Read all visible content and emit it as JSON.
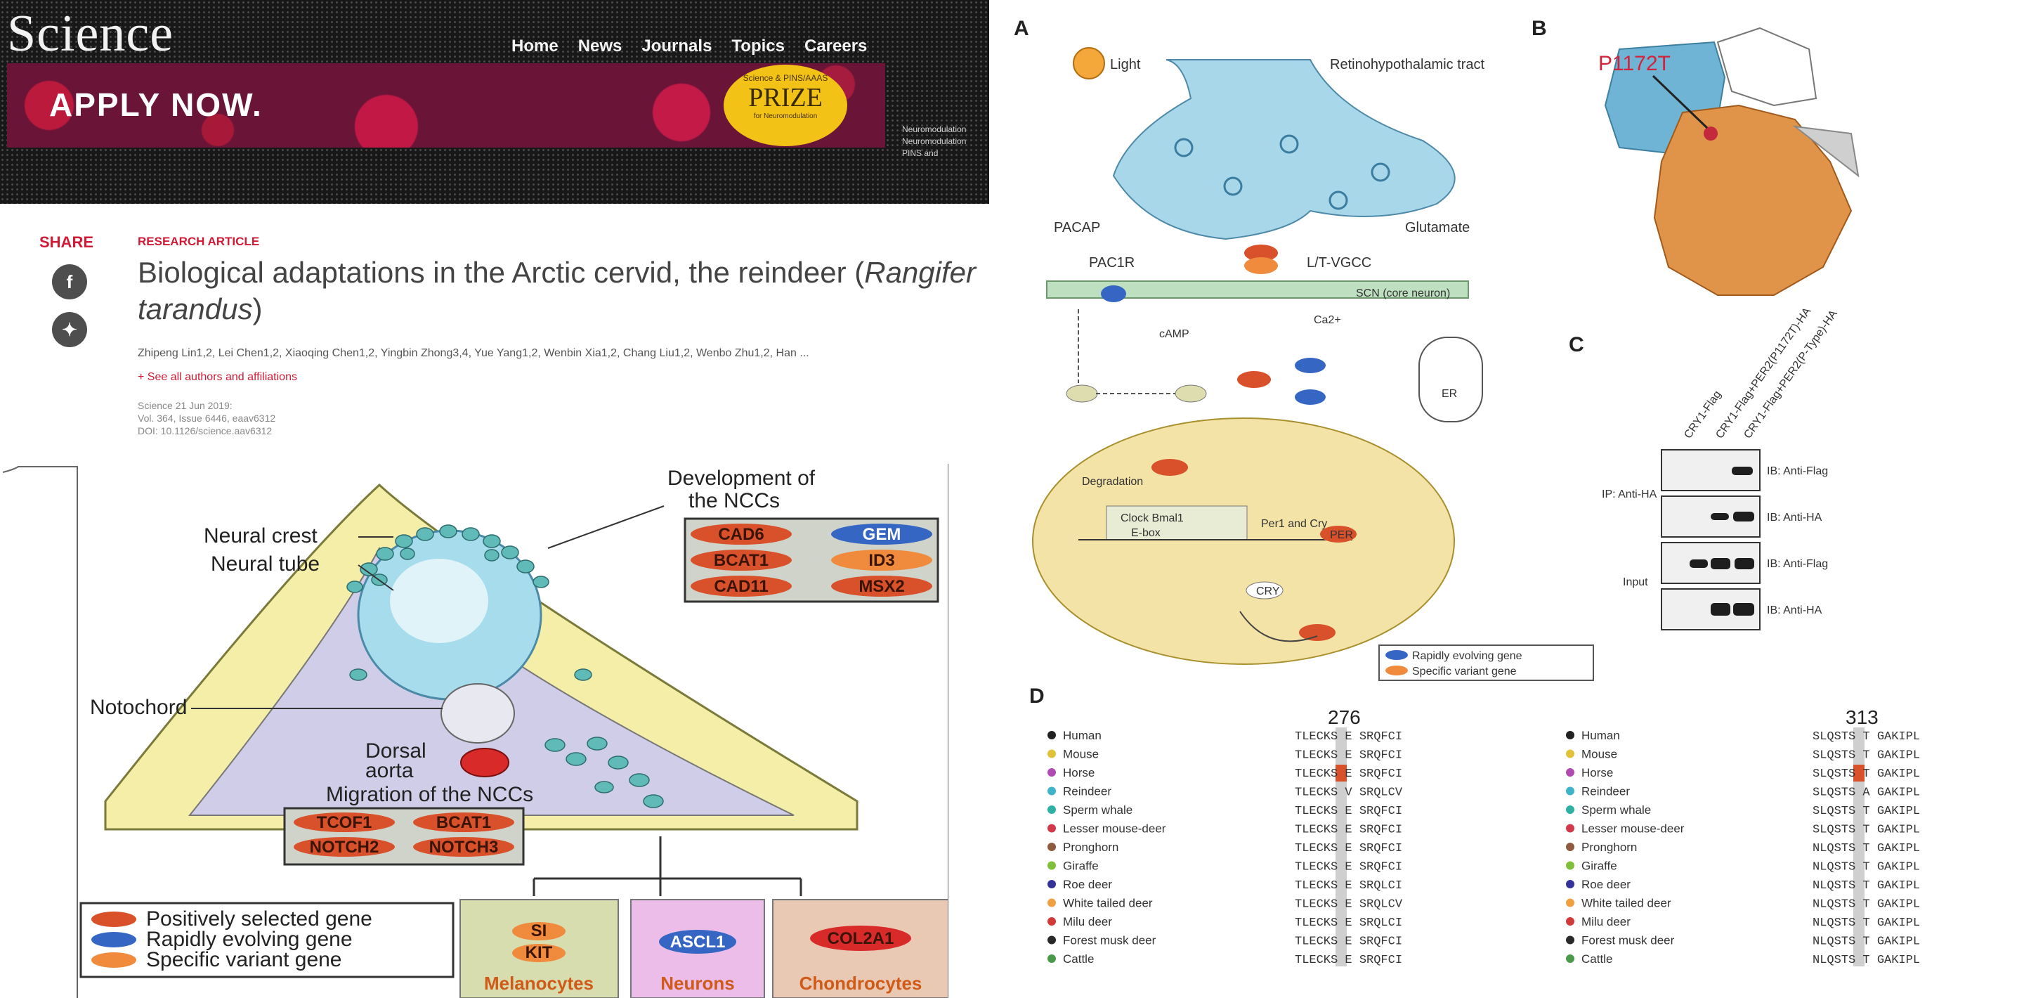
{
  "header": {
    "logo": "Science",
    "nav": [
      "Home",
      "News",
      "Journals",
      "Topics",
      "Careers"
    ],
    "banner_text": "APPLY NOW.",
    "prize": {
      "sub": "Science & PINS/AAAS",
      "title": "PRIZE",
      "foot": "for Neuromodulation"
    },
    "side_note": [
      "Neuromodulation",
      "Neuromodulation",
      "PINS and"
    ]
  },
  "article": {
    "share_label": "SHARE",
    "article_type": "RESEARCH ARTICLE",
    "title_main": "Biological adaptations in the Arctic cervid, the reindeer (",
    "title_italic": "Rangifer tarandus",
    "title_end": ")",
    "authors": "Zhipeng Lin1,2, Lei Chen1,2, Xiaoqing Chen1,2, Yingbin Zhong3,4, Yue Yang1,2, Wenbin Xia1,2, Chang Liu1,2, Wenbo Zhu1,2, Han ...",
    "show_affiliations": "+ See all authors and affiliations",
    "pub_info": [
      "Science 21 Jun 2019:",
      "Vol. 364, Issue 6446, eaav6312",
      "DOI: 10.1126/science.aav6312"
    ]
  },
  "figure_left": {
    "dev_label": [
      "Development of",
      "the NCCs"
    ],
    "neural_crest": "Neural crest",
    "neural_tube": "Neural tube",
    "notochord": "Notochord",
    "dorsal_aorta": [
      "Dorsal",
      "aorta"
    ],
    "migration_label": "Migration of the NCCs",
    "dev_genes": [
      "CAD6",
      "GEM",
      "BCAT1",
      "ID3",
      "CAD11",
      "MSX2"
    ],
    "migration_genes": [
      "TCOF1",
      "BCAT1",
      "NOTCH2",
      "NOTCH3"
    ],
    "legend": [
      "Positively selected gene",
      "Rapidly evolving gene",
      "Specific variant gene"
    ],
    "cells": [
      {
        "genes": [
          "SI",
          "KIT"
        ],
        "label": "Melanocytes"
      },
      {
        "genes": [
          "ASCL1"
        ],
        "label": "Neurons"
      },
      {
        "genes": [
          "COL2A1"
        ],
        "label": "Chondrocytes"
      }
    ],
    "colors": {
      "positive": "#d9512b",
      "rapid": "#3566c4",
      "variant": "#f08a3c"
    }
  },
  "panel_A": {
    "label": "A",
    "light": "Light",
    "tract": "Retinohypothalamic tract",
    "pacap": "PACAP",
    "glutamate": "Glutamate",
    "pac1r": "PAC1R",
    "ltvgcc": "L/T-VGCC",
    "scn": "SCN (core neuron)",
    "ca": "Ca2+",
    "camp": "cAMP",
    "er": "ER",
    "nucleus": [
      "Clock Bmal1",
      "E-box",
      "Per1 and Cry",
      "Degradation",
      "CRY",
      "PER"
    ],
    "legend": [
      "Rapidly evolving gene",
      "Specific variant gene"
    ]
  },
  "panel_B": {
    "label": "B",
    "mutation": "P1172T"
  },
  "panel_C": {
    "label": "C",
    "columns": [
      "CRY1-Flag",
      "CRY1-Flag+PER2(P1172T)-HA",
      "CRY1-Flag+PER2(P-Type)-HA"
    ],
    "ip": "IP: Anti-HA",
    "input": "Input",
    "rows": [
      "IB: Anti-Flag",
      "IB: Anti-HA",
      "IB: Anti-Flag",
      "IB: Anti-HA"
    ]
  },
  "panel_D": {
    "label": "D",
    "pos1": "276",
    "pos2": "313",
    "species": [
      "Human",
      "Mouse",
      "Horse",
      "Reindeer",
      "Sperm whale",
      "Lesser mouse-deer",
      "Pronghorn",
      "Giraffe",
      "Roe deer",
      "White tailed deer",
      "Milu deer",
      "Forest musk deer",
      "Cattle"
    ],
    "seq1": [
      "TLECKS E SRQFCI",
      "TLECKS E SRQFCI",
      "TLECKS E SRQFCI",
      "TLECKS V SRQLCV",
      "TLECKS E SRQFCI",
      "TLECKS E SRQFCI",
      "TLECKS E SRQFCI",
      "TLECKS E SRQFCI",
      "TLECKS E SRQLCI",
      "TLECKS E SRQLCV",
      "TLECKS E SRQLCI",
      "TLECKS E SRQFCI",
      "TLECKS E SRQFCI"
    ],
    "seq2": [
      "SLQSTS T GAKIPL",
      "SLQSTS T GAKIPL",
      "SLQSTS T GAKIPL",
      "SLQSTS A GAKIPL",
      "SLQSTS T GAKIPL",
      "SLQSTS T GAKIPL",
      "NLQSTS T GAKIPL",
      "NLQSTS T GAKIPL",
      "NLQSTS T GAKIPL",
      "NLQSTS T GAKIPL",
      "NLQSTS T GAKIPL",
      "NLQSTS T GAKIPL",
      "NLQSTS T GAKIPL"
    ],
    "colors": [
      "#222222",
      "#e0c23a",
      "#b04cb0",
      "#3fb3c9",
      "#2fb0a5",
      "#d2394b",
      "#8f5b3f",
      "#7fbf3a",
      "#333399",
      "#f0a040",
      "#d23a3a",
      "#2a2a2a",
      "#4a9a4a"
    ]
  }
}
